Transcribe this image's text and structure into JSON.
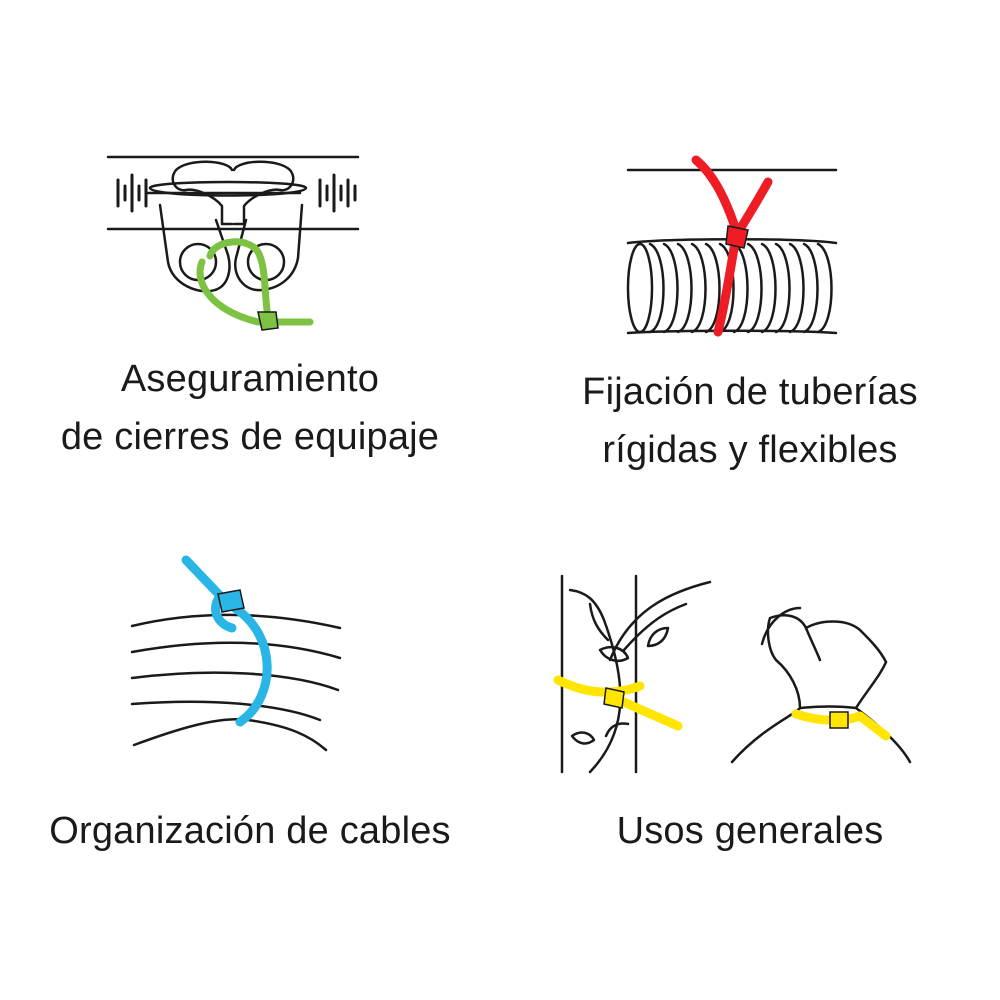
{
  "panels": [
    {
      "id": "luggage",
      "caption_lines": [
        "Aseguramiento",
        "de cierres de equipaje"
      ],
      "tie_color": "#7dc242"
    },
    {
      "id": "pipes",
      "caption_lines": [
        "Fijación de tuberías",
        "rígidas y flexibles"
      ],
      "tie_color": "#ee1c25"
    },
    {
      "id": "cables",
      "caption_lines": [
        "Organización de cables"
      ],
      "tie_color": "#29b6e6"
    },
    {
      "id": "general",
      "caption_lines": [
        "Usos generales"
      ],
      "tie_color": "#ffe500"
    }
  ],
  "colors": {
    "outline": "#1a1a1a",
    "background": "#ffffff"
  },
  "icons": [
    "luggage-zipper-icon",
    "corrugated-pipe-icon",
    "cable-bundle-icon",
    "plant-stake-icon",
    "tied-bag-icon"
  ]
}
